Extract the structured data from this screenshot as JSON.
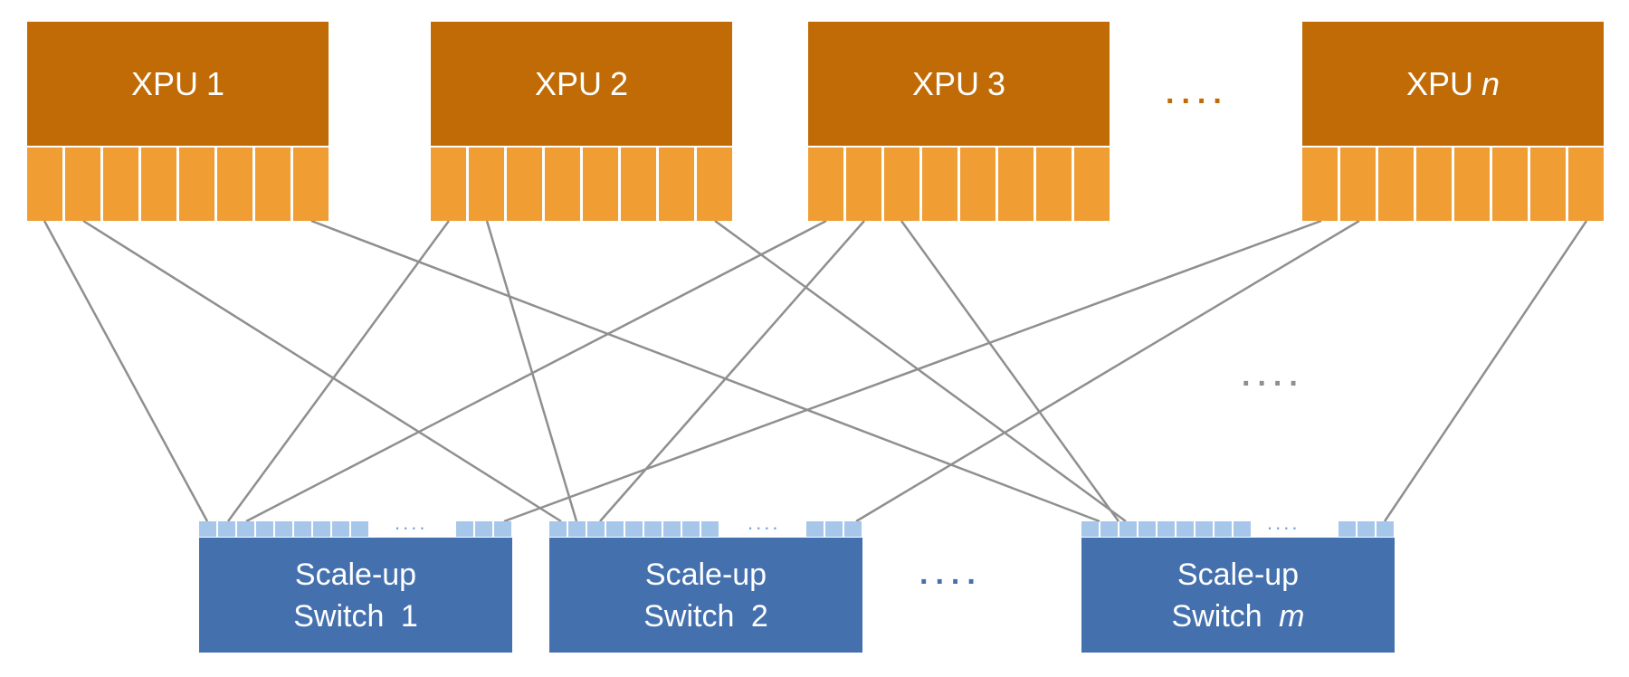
{
  "xpus": [
    {
      "label": "XPU",
      "index": "1"
    },
    {
      "label": "XPU",
      "index": "2"
    },
    {
      "label": "XPU",
      "index": "3"
    },
    {
      "label": "XPU",
      "index": "n",
      "index_italic": true
    }
  ],
  "switches": [
    {
      "line1": "Scale-up",
      "line2": "Switch",
      "index": "1"
    },
    {
      "line1": "Scale-up",
      "line2": "Switch",
      "index": "2"
    },
    {
      "line1": "Scale-up",
      "line2": "Switch",
      "index": "m",
      "index_italic": true
    }
  ],
  "ellipsis": {
    "xpu_row": "....",
    "links": "....",
    "switch_row": "....",
    "switch_ports": "...."
  },
  "colors": {
    "xpu_title": "#c16b06",
    "xpu_port": "#f09d33",
    "switch_body": "#4471ae",
    "switch_port": "#a7c7ea",
    "link": "#8f8f8f",
    "ellipsis_xpu": "#c16b06",
    "ellipsis_links": "#8f8f8f",
    "ellipsis_switch": "#4471ae",
    "ellipsis_ports": "#6fa3dc"
  }
}
